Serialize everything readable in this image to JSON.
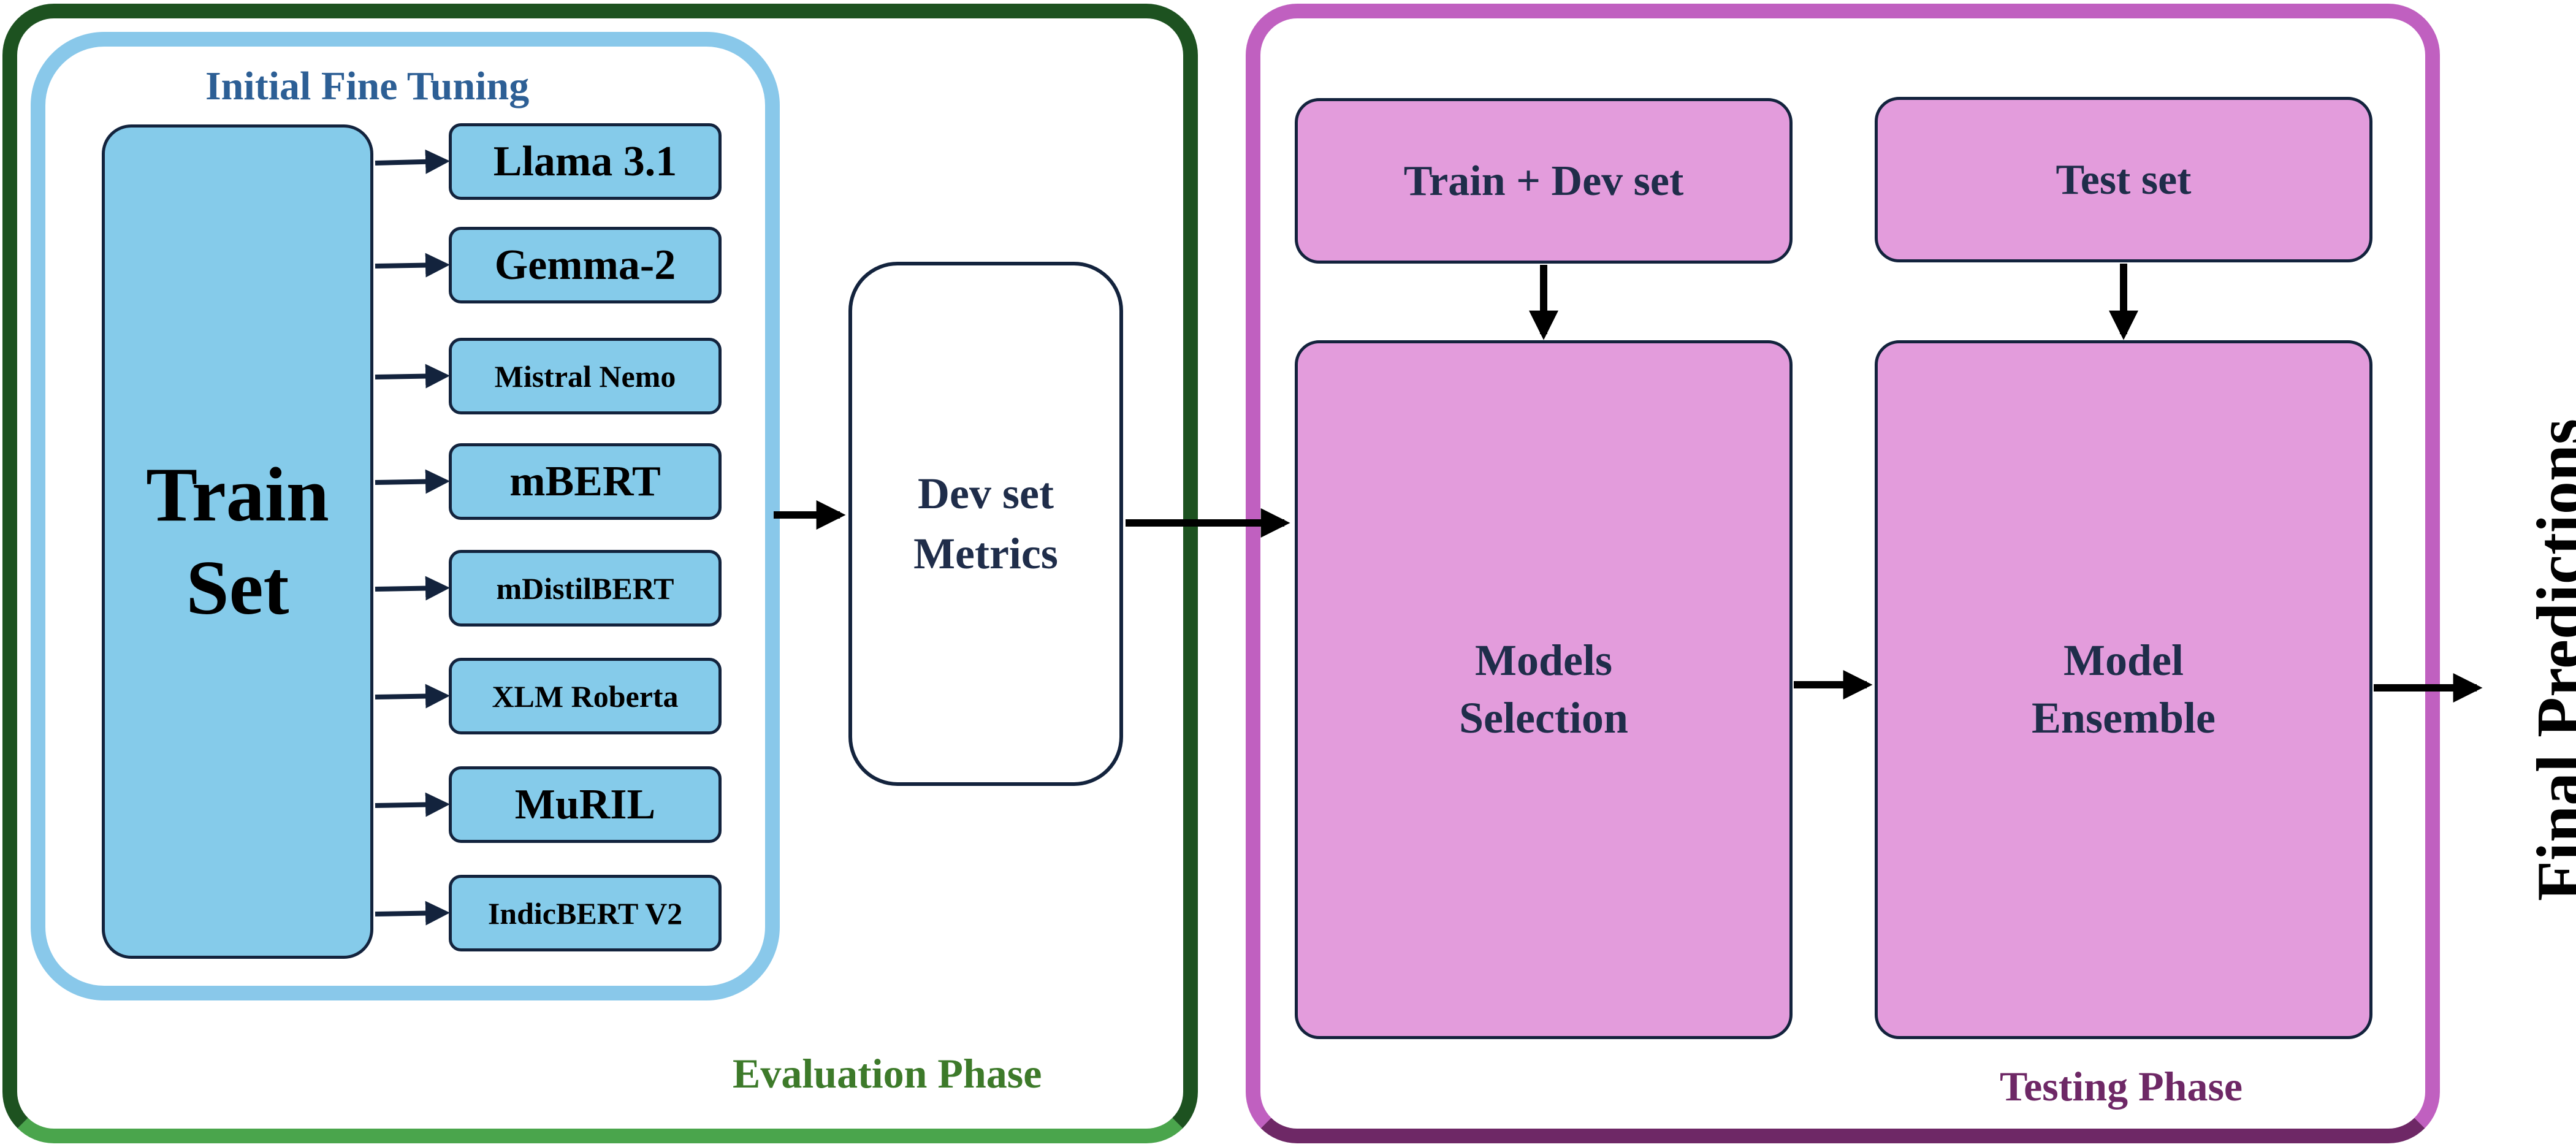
{
  "panels": {
    "evaluation_label": "Evaluation Phase",
    "testing_label": "Testing Phase",
    "fine_tuning_title": "Initial Fine Tuning"
  },
  "train_set": {
    "line1": "Train",
    "line2": "Set"
  },
  "models": [
    {
      "label": "Llama 3.1"
    },
    {
      "label": "Gemma-2"
    },
    {
      "label": "Mistral Nemo"
    },
    {
      "label": "mBERT"
    },
    {
      "label": "mDistilBERT"
    },
    {
      "label": "XLM Roberta"
    },
    {
      "label": "MuRIL"
    },
    {
      "label": "IndicBERT V2"
    }
  ],
  "dev_metrics": {
    "line1": "Dev set",
    "line2": "Metrics"
  },
  "testing": {
    "train_dev": "Train + Dev set",
    "test_set": "Test set",
    "models_selection": {
      "line1": "Models",
      "line2": "Selection"
    },
    "model_ensemble": {
      "line1": "Model",
      "line2": "Ensemble"
    }
  },
  "final_predictions": "Final Predictions",
  "colors": {
    "eval_border": "#1d5220",
    "test_border": "#c060c0",
    "fine_tune_border": "#89c8ea",
    "model_fill": "#85cbea",
    "test_fill": "#e39cdc",
    "eval_text": "#3d7a2a",
    "test_text": "#6e2866",
    "title_text": "#2d5f95"
  }
}
